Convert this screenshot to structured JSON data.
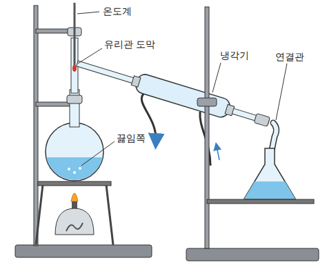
{
  "diagram": {
    "labels": [
      "온도계",
      "유리관 도막",
      "냉각기",
      "연결관",
      "끓임쪽"
    ]
  }
}
